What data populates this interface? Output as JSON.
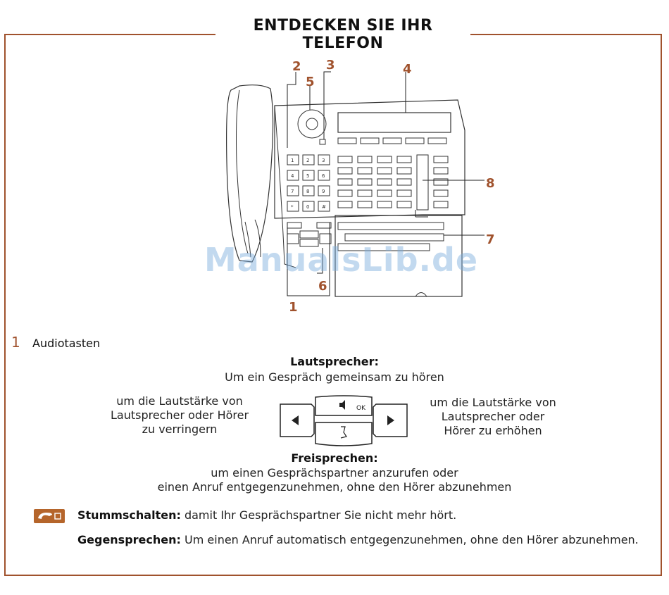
{
  "header": {
    "title": "ENTDECKEN SIE IHR TELEFON"
  },
  "figure": {
    "callouts": [
      "1",
      "2",
      "3",
      "4",
      "5",
      "6",
      "7",
      "8"
    ]
  },
  "watermark": "ManualsLib.de",
  "section1": {
    "number": "1",
    "title": "Audiotasten",
    "speaker_heading": "Lautsprecher:",
    "speaker_text": "Um ein Gespräch gemeinsam zu hören",
    "left_text": [
      "um die Lautstärke von",
      "Lautsprecher oder Hörer",
      "zu verringern"
    ],
    "right_text": [
      "um die Lautstärke von",
      "Lautsprecher oder",
      "Hörer zu erhöhen"
    ],
    "handsfree_heading": "Freisprechen:",
    "handsfree_text": [
      "um einen Gesprächspartner anzurufen oder",
      "einen Anruf entgegenzunehmen, ohne den Hörer abzunehmen"
    ],
    "ok_label": "OK",
    "mute_label": "Stummschalten:",
    "mute_text": "damit Ihr Gesprächspartner Sie nicht mehr hört.",
    "intercom_label": "Gegensprechen:",
    "intercom_text": "Um einen Anruf automatisch entgegenzunehmen, ohne den Hörer abzunehmen."
  },
  "colors": {
    "accent": "#a0522d",
    "badge": "#b5652b"
  }
}
